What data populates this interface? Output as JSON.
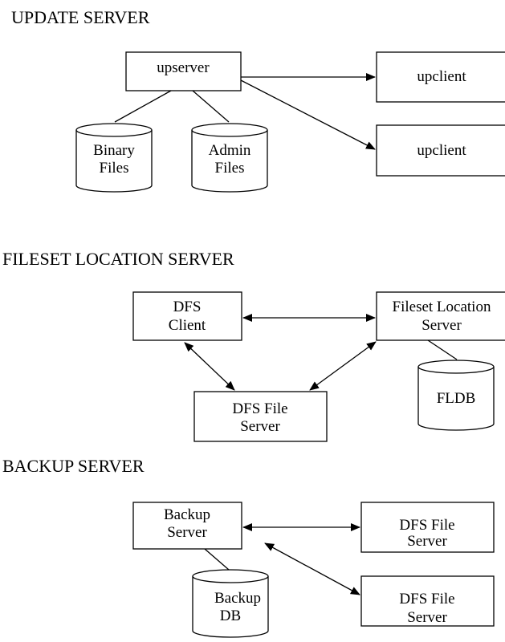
{
  "sections": {
    "update": {
      "title": "UPDATE SERVER",
      "upserver": "upserver",
      "upclient_1": "upclient",
      "upclient_2": "upclient",
      "binary_files": [
        "Binary",
        "Files"
      ],
      "admin_files": [
        "Admin",
        "Files"
      ]
    },
    "fileset": {
      "title": "FILESET LOCATION SERVER",
      "dfs_client": [
        "DFS",
        "Client"
      ],
      "fileset_location_server": [
        "Fileset Location",
        "Server"
      ],
      "dfs_file_server": [
        "DFS File",
        "Server"
      ],
      "fldb": "FLDB"
    },
    "backup": {
      "title": "BACKUP SERVER",
      "backup_server": [
        "Backup",
        "Server"
      ],
      "dfs_file_server_1": [
        "DFS File",
        "Server"
      ],
      "dfs_file_server_2": [
        "DFS File",
        "Server"
      ],
      "backup_db": [
        "Backup",
        "DB"
      ]
    }
  }
}
